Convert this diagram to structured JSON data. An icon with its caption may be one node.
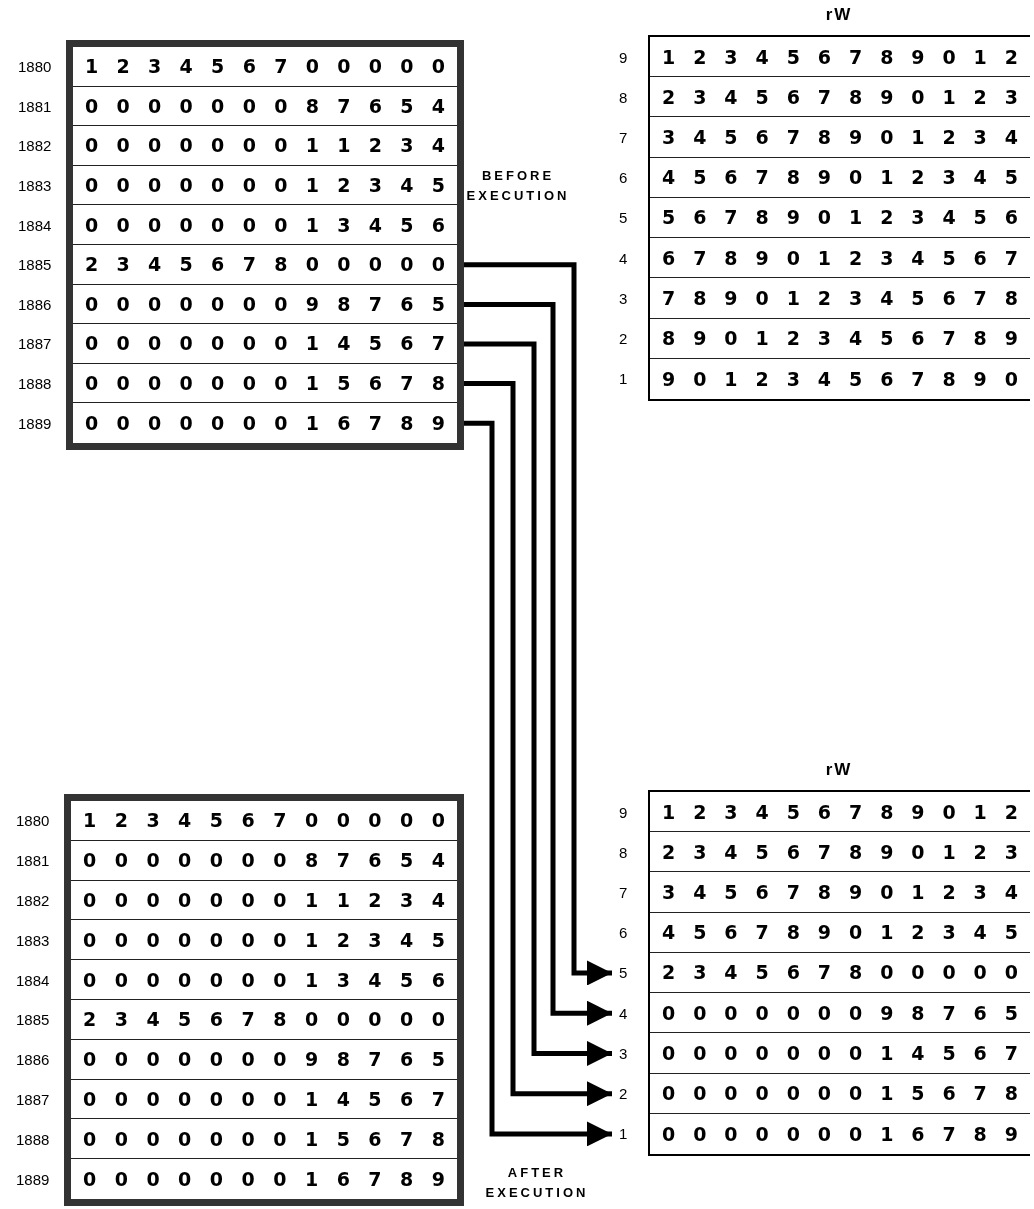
{
  "diagram": {
    "nodes": [
      {
        "text": [],
        "shape": "box"
      },
      {
        "text": [
          "1 2 3 4 5 6 7 0 0 0 0 0"
        ],
        "beside": [
          "1880"
        ],
        "in": 0
      },
      {
        "text": [
          "0 0 0 0 0 0 0 8 7 6 5 4"
        ],
        "beside": [
          "1881"
        ],
        "in": 0
      },
      {
        "text": [
          "0 0 0 0 0 0 0 1 1 2 3 4"
        ],
        "beside": [
          "1882"
        ],
        "in": 0
      },
      {
        "text": [
          "0 0 0 0 0 0 0 1 2 3 4 5"
        ],
        "beside": [
          "1883"
        ],
        "in": 0
      },
      {
        "text": [
          "0 0 0 0 0 0 0 1 3 4 5 6"
        ],
        "beside": [
          "1884"
        ],
        "in": 0
      },
      {
        "text": [
          "2 3 4 5 6 7 8 0 0 0 0 0"
        ],
        "beside": [
          "1885"
        ],
        "in": 0
      },
      {
        "text": [
          "0 0 0 0 0 0 0 9 8 7 6 5"
        ],
        "beside": [
          "1886"
        ],
        "in": 0
      },
      {
        "text": [
          "0 0 0 0 0 0 0 1 4 5 6 7"
        ],
        "beside": [
          "1887"
        ],
        "in": 0
      },
      {
        "text": [
          "0 0 0 0 0 0 0 1 5 6 7 8"
        ],
        "beside": [
          "1888"
        ],
        "in": 0
      },
      {
        "text": [
          "0 0 0 0 0 0 0 1 6 7 8 9"
        ],
        "beside": [
          "1889"
        ],
        "in": 0
      },
      {
        "text": [
          "rW"
        ]
      },
      {
        "text": [
          "1 2 3 4 5 6 7 8 9 0 1 2"
        ],
        "beside": [
          "9"
        ],
        "in": 11
      },
      {
        "text": [
          "2 3 4 5 6 7 8 9 0 1 2 3"
        ],
        "beside": [
          "8"
        ],
        "in": 11
      },
      {
        "text": [
          "3 4 5 6 7 8 9 0 1 2 3 4"
        ],
        "beside": [
          "7"
        ],
        "in": 11
      },
      {
        "text": [
          "4 5 6 7 8 9 0 1 2 3 4 5"
        ],
        "beside": [
          "6"
        ],
        "in": 11
      },
      {
        "text": [
          "5 6 7 8 9 0 1 2 3 4 5 6"
        ],
        "beside": [
          "5"
        ],
        "in": 11
      },
      {
        "text": [
          "6 7 8 9 0 1 2 3 4 5 6 7"
        ],
        "beside": [
          "4"
        ],
        "in": 11
      },
      {
        "text": [
          "7 8 9 0 1 2 3 4 5 6 7 8"
        ],
        "beside": [
          "3"
        ],
        "in": 11
      },
      {
        "text": [
          "8 9 0 1 2 3 4 5 6 7 8 9"
        ],
        "beside": [
          "2"
        ],
        "in": 11
      },
      {
        "text": [
          "9 0 1 2 3 4 5 6 7 8 9 0"
        ],
        "beside": [
          "1"
        ],
        "in": 11
      },
      {
        "text": [],
        "shape": "box"
      },
      {
        "text": [
          "1 2 3 4 5 6 7 0 0 0 0 0"
        ],
        "beside": [
          "1880"
        ],
        "in": 21
      },
      {
        "text": [
          "0 0 0 0 0 0 0 8 7 6 5 4"
        ],
        "beside": [
          "1881"
        ],
        "in": 21
      },
      {
        "text": [
          "0 0 0 0 0 0 0 1 1 2 3 4"
        ],
        "beside": [
          "1882"
        ],
        "in": 21
      },
      {
        "text": [
          "0 0 0 0 0 0 0 1 2 3 4 5"
        ],
        "beside": [
          "1883"
        ],
        "in": 21
      },
      {
        "text": [
          "0 0 0 0 0 0 0 1 3 4 5 6"
        ],
        "beside": [
          "1884"
        ],
        "in": 21
      },
      {
        "text": [
          "2 3 4 5 6 7 8 0 0 0 0 0"
        ],
        "beside": [
          "1885"
        ],
        "in": 21
      },
      {
        "text": [
          "0 0 0 0 0 0 0 9 8 7 6 5"
        ],
        "beside": [
          "1886"
        ],
        "in": 21
      },
      {
        "text": [
          "0 0 0 0 0 0 0 1 4 5 6 7"
        ],
        "beside": [
          "1887"
        ],
        "in": 21
      },
      {
        "text": [
          "0 0 0 0 0 0 0 1 5 6 7 8"
        ],
        "beside": [
          "1888"
        ],
        "in": 21
      },
      {
        "text": [
          "0 0 0 0 0 0 0 1 6 7 8 9"
        ],
        "beside": [
          "1889"
        ],
        "in": 21
      },
      {
        "text": [
          "rW"
        ]
      },
      {
        "text": [
          "1 2 3 4 5 6 7 8 9 0 1 2"
        ],
        "beside": [
          "9"
        ],
        "in": 32
      },
      {
        "text": [
          "2 3 4 5 6 7 8 9 0 1 2 3"
        ],
        "beside": [
          "8"
        ],
        "in": 32
      },
      {
        "text": [
          "3 4 5 6 7 8 9 0 1 2 3 4"
        ],
        "beside": [
          "7"
        ],
        "in": 32
      },
      {
        "text": [
          "4 5 6 7 8 9 0 1 2 3 4 5"
        ],
        "beside": [
          "6"
        ],
        "in": 32
      },
      {
        "text": [
          "2 3 4 5 6 7 8 0 0 0 0 0"
        ],
        "beside": [
          "5"
        ],
        "in": 32
      },
      {
        "text": [
          "0 0 0 0 0 0 0 9 8 7 6 5"
        ],
        "beside": [
          "4"
        ],
        "in": 32
      },
      {
        "text": [
          "0 0 0 0 0 0 0 1 4 5 6 7"
        ],
        "beside": [
          "3"
        ],
        "in": 32
      },
      {
        "text": [
          "0 0 0 0 0 0 0 1 5 6 7 8"
        ],
        "beside": [
          "2"
        ],
        "in": 32
      },
      {
        "text": [
          "0 0 0 0 0 0 0 1 6 7 8 9"
        ],
        "beside": [
          "1"
        ],
        "in": 32
      }
    ],
    "edges": [
      {
        "from": 6,
        "to": 37,
        "arrow": "to"
      },
      {
        "from": 7,
        "to": 38,
        "arrow": "to"
      },
      {
        "from": 8,
        "to": 39,
        "arrow": "to"
      },
      {
        "from": 9,
        "to": 40,
        "arrow": "to"
      },
      {
        "from": 10,
        "to": 41,
        "arrow": "to"
      }
    ],
    "labels": [
      "BEFORE EXECUTION",
      "AFTER EXECUTION"
    ]
  }
}
